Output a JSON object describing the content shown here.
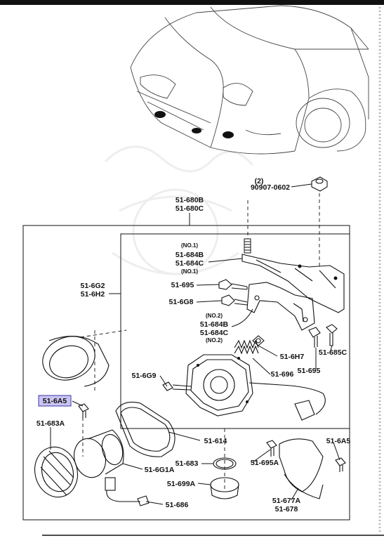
{
  "diagram": {
    "highlight_color": "#c9c4f2",
    "labels": {
      "hw_qty": "(2)",
      "hw_part": "90907-0602",
      "pA1": "51-680B",
      "pA2": "51-680C",
      "no1a": "(NO.1)",
      "pB1": "51-684B",
      "pB2": "51-684C",
      "no1b": "(NO.1)",
      "p695a": "51-695",
      "pG2": "51-6G2",
      "pH2": "51-6H2",
      "pG8": "51-6G8",
      "no2a": "(NO.2)",
      "pC1": "51-684B",
      "pC2": "51-684C",
      "no2b": "(NO.2)",
      "pH7": "51-6H7",
      "p685c": "51-685C",
      "p695b": "51-695",
      "p696": "51-696",
      "pG9": "51-6G9",
      "pA5sel": "51-6A5",
      "p683a": "51-683A",
      "p614": "51-614",
      "pA5": "51-6A5",
      "p683": "51-683",
      "p695c": "51-695A",
      "pG1A": "51-6G1A",
      "p699": "51-699A",
      "p677": "51-677A",
      "p678": "51-678",
      "p686": "51-686"
    }
  }
}
